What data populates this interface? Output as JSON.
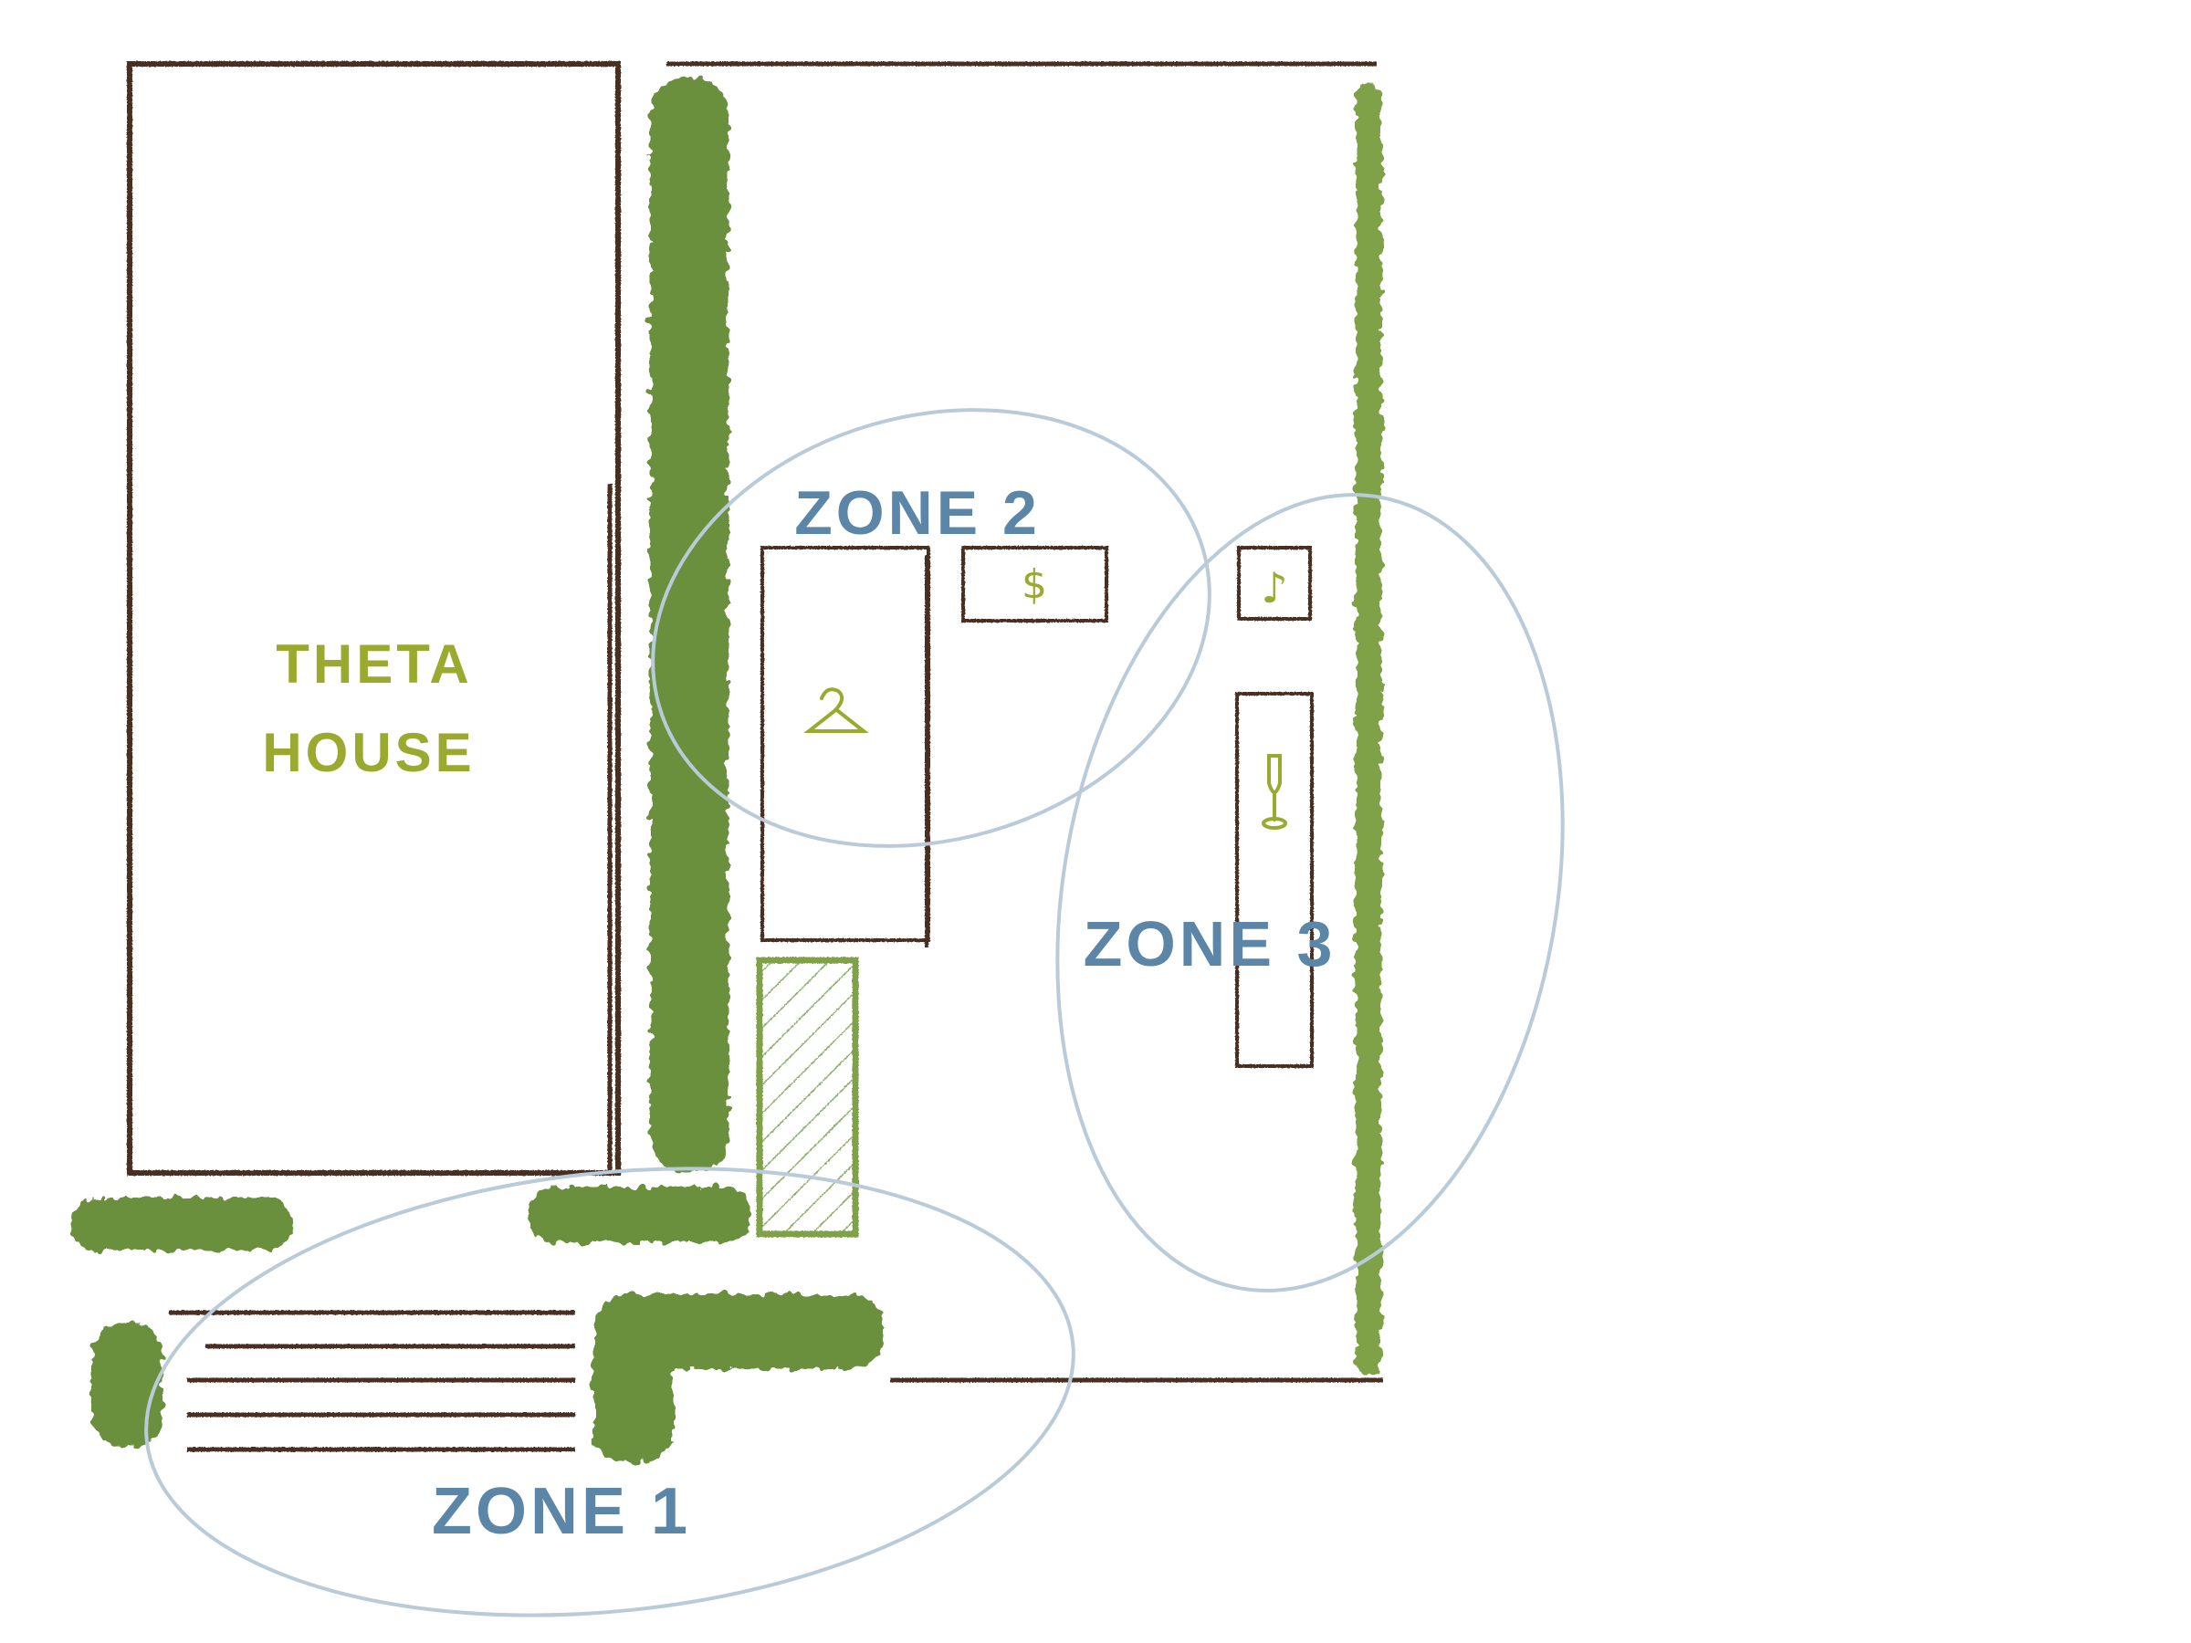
{
  "map": {
    "building_label_line1": "THETA",
    "building_label_line2": "HOUSE",
    "zones": {
      "zone1": "ZONE 1",
      "zone2": "ZONE 2",
      "zone3": "ZONE 3"
    },
    "icons": {
      "hanger": "hanger-icon",
      "dollar": "dollar-icon",
      "music": "music-note-icon",
      "drink": "drink-icon"
    },
    "icon_glyphs": {
      "dollar": "$",
      "music": "♪"
    },
    "colors": {
      "outline": "#4a2e22",
      "hedge": "#6b8f3e",
      "hedge_light": "#7fa24a",
      "zone_ring": "#b9cad8",
      "zone_text": "#5b86a8",
      "building_text": "#9aaa2e"
    }
  }
}
